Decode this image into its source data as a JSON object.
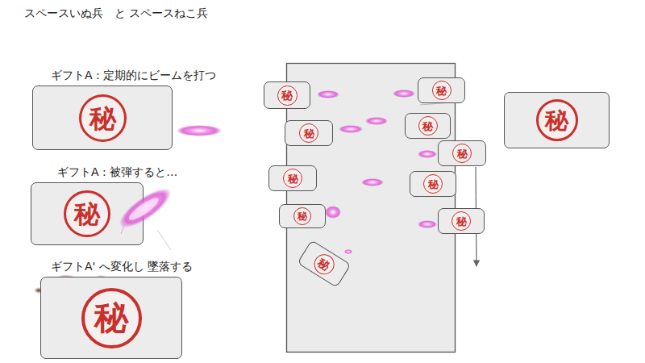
{
  "diagram": {
    "title": "スペースいぬ兵　と スペースねこ兵",
    "nodes": [
      {
        "text": [
          "ギフトA : 定期的にビームを打つ",
          "秘"
        ]
      },
      {
        "text": [
          "ギフトA : 被弾すると…",
          "秘"
        ]
      },
      {
        "text": [
          "ギフトA' へ変化し 墜落する",
          "秘"
        ]
      },
      {
        "text": [
          "秘"
        ]
      },
      {
        "text": [
          "秘"
        ]
      },
      {
        "text": [
          "秘"
        ]
      },
      {
        "text": [
          "秘"
        ]
      },
      {
        "text": [
          "秘"
        ]
      },
      {
        "text": [
          "秘"
        ]
      },
      {
        "text": [
          "秘"
        ]
      },
      {
        "text": [
          "秘"
        ]
      },
      {
        "text": [
          "秘"
        ]
      },
      {
        "text": [
          "秘"
        ]
      },
      {
        "text": [
          "秘"
        ]
      }
    ]
  }
}
